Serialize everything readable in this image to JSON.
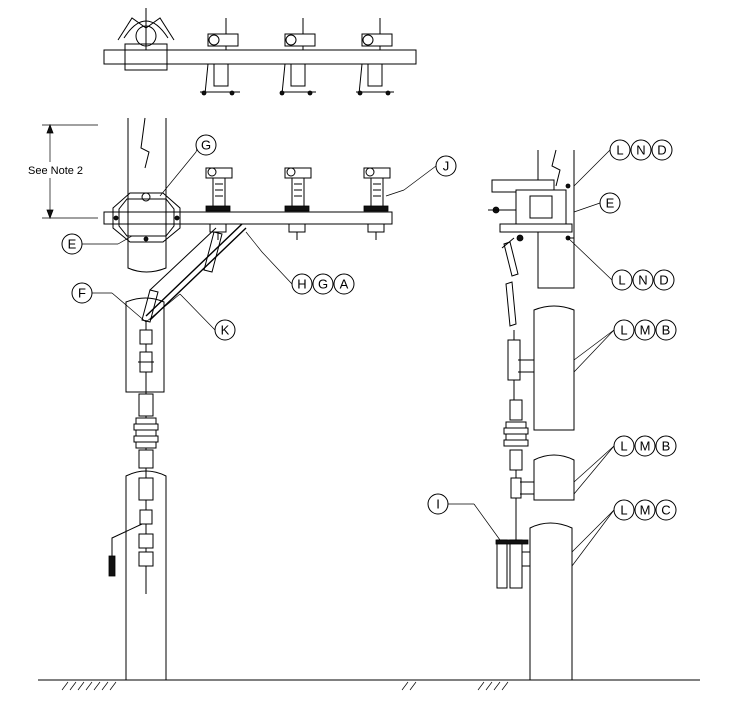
{
  "note": "See Note 2",
  "callouts": {
    "G": "G",
    "E_left": "E",
    "F": "F",
    "K": "K",
    "J": "J",
    "H": "H",
    "G2": "G",
    "A": "A",
    "L1": "L",
    "N1": "N",
    "D1": "D",
    "E_right": "E",
    "L2": "L",
    "N2": "N",
    "D2": "D",
    "L3": "L",
    "M3": "M",
    "B3": "B",
    "L4": "L",
    "M4": "M",
    "B4": "B",
    "I": "I",
    "L5": "L",
    "M5": "M",
    "C5": "C"
  }
}
